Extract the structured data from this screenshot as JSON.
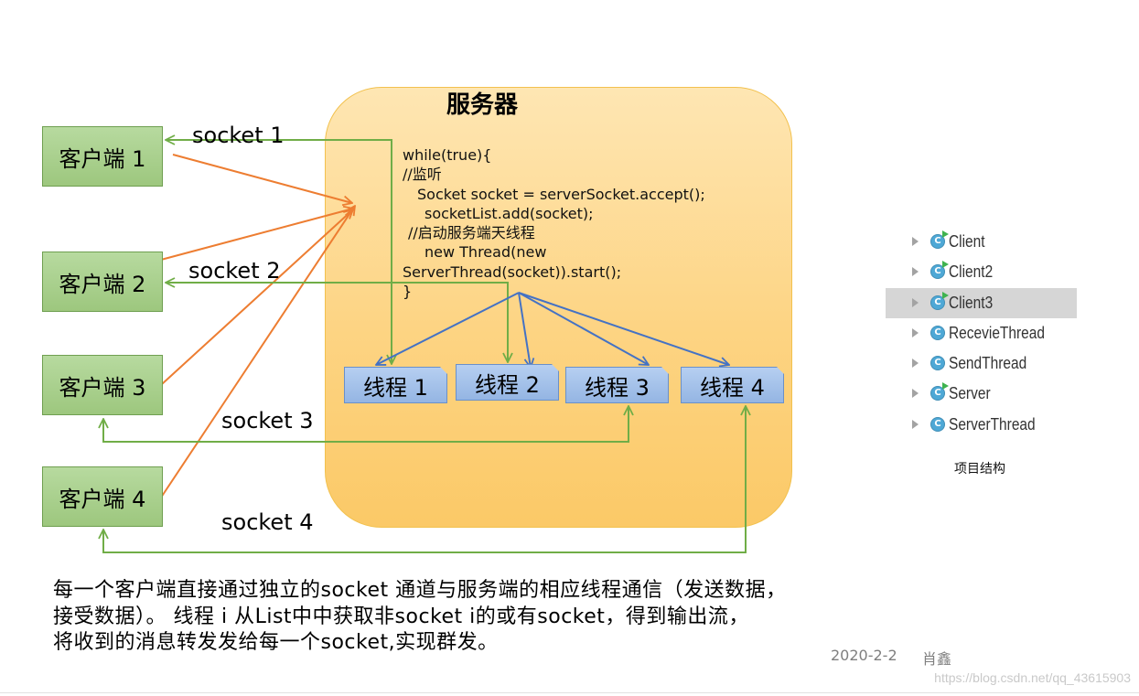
{
  "server": {
    "title": "服务器",
    "code_lines": [
      "while(true){",
      "//监听",
      "Socket socket = serverSocket.accept();",
      "socketList.add(socket);",
      "//启动服务端天线程",
      "new Thread(new",
      "ServerThread(socket)).start();",
      "}"
    ]
  },
  "clients": [
    {
      "label": "客户端 1"
    },
    {
      "label": "客户端 2"
    },
    {
      "label": "客户端 3"
    },
    {
      "label": "客户端 4"
    }
  ],
  "threads": [
    {
      "label": "线程 1"
    },
    {
      "label": "线程 2"
    },
    {
      "label": "线程 3"
    },
    {
      "label": "线程 4"
    }
  ],
  "sockets": [
    {
      "label": "socket 1"
    },
    {
      "label": "socket 2"
    },
    {
      "label": "socket 3"
    },
    {
      "label": "socket 4"
    }
  ],
  "description_lines": [
    "每一个客户端直接通过独立的socket 通道与服务端的相应线程通信（发送数据，",
    "接受数据）。 线程 i 从List中中获取非socket i的或有socket，得到输出流，",
    "将收到的消息转发发给每一个socket,实现群发。"
  ],
  "footer": {
    "date": "2020-2-2",
    "author": "肖鑫",
    "watermark": "https://blog.csdn.net/qq_43615903"
  },
  "project_tree": {
    "caption": "项目结构",
    "items": [
      {
        "label": "Client",
        "icon": "java-class-icon",
        "expand_icon": "chevron-right-icon",
        "run_marker": true,
        "selected": false
      },
      {
        "label": "Client2",
        "icon": "java-class-icon",
        "expand_icon": "chevron-right-icon",
        "run_marker": true,
        "selected": false
      },
      {
        "label": "Client3",
        "icon": "java-class-icon",
        "expand_icon": "chevron-right-icon",
        "run_marker": true,
        "selected": true
      },
      {
        "label": "RecevieThread",
        "icon": "java-class-icon",
        "expand_icon": "chevron-right-icon",
        "run_marker": false,
        "selected": false
      },
      {
        "label": "SendThread",
        "icon": "java-class-icon",
        "expand_icon": "chevron-right-icon",
        "run_marker": false,
        "selected": false
      },
      {
        "label": "Server",
        "icon": "java-class-icon",
        "expand_icon": "chevron-right-icon",
        "run_marker": true,
        "selected": false
      },
      {
        "label": "ServerThread",
        "icon": "java-class-icon",
        "expand_icon": "chevron-right-icon",
        "run_marker": false,
        "selected": false
      }
    ]
  },
  "colors": {
    "server_fill": "#fdd483",
    "server_border": "#f2c14e",
    "client_fill": "#9dc77e",
    "client_border": "#6f9f50",
    "thread_fill": "#94b5e3",
    "thread_border": "#6a90c9",
    "request_arrow": "#ed7d31",
    "socket_arrow": "#70ad47",
    "dispatch_arrow": "#4472c4",
    "selected_row": "#d6d6d6",
    "class_icon": "#4ea8d6",
    "run_marker": "#3fb34f"
  }
}
